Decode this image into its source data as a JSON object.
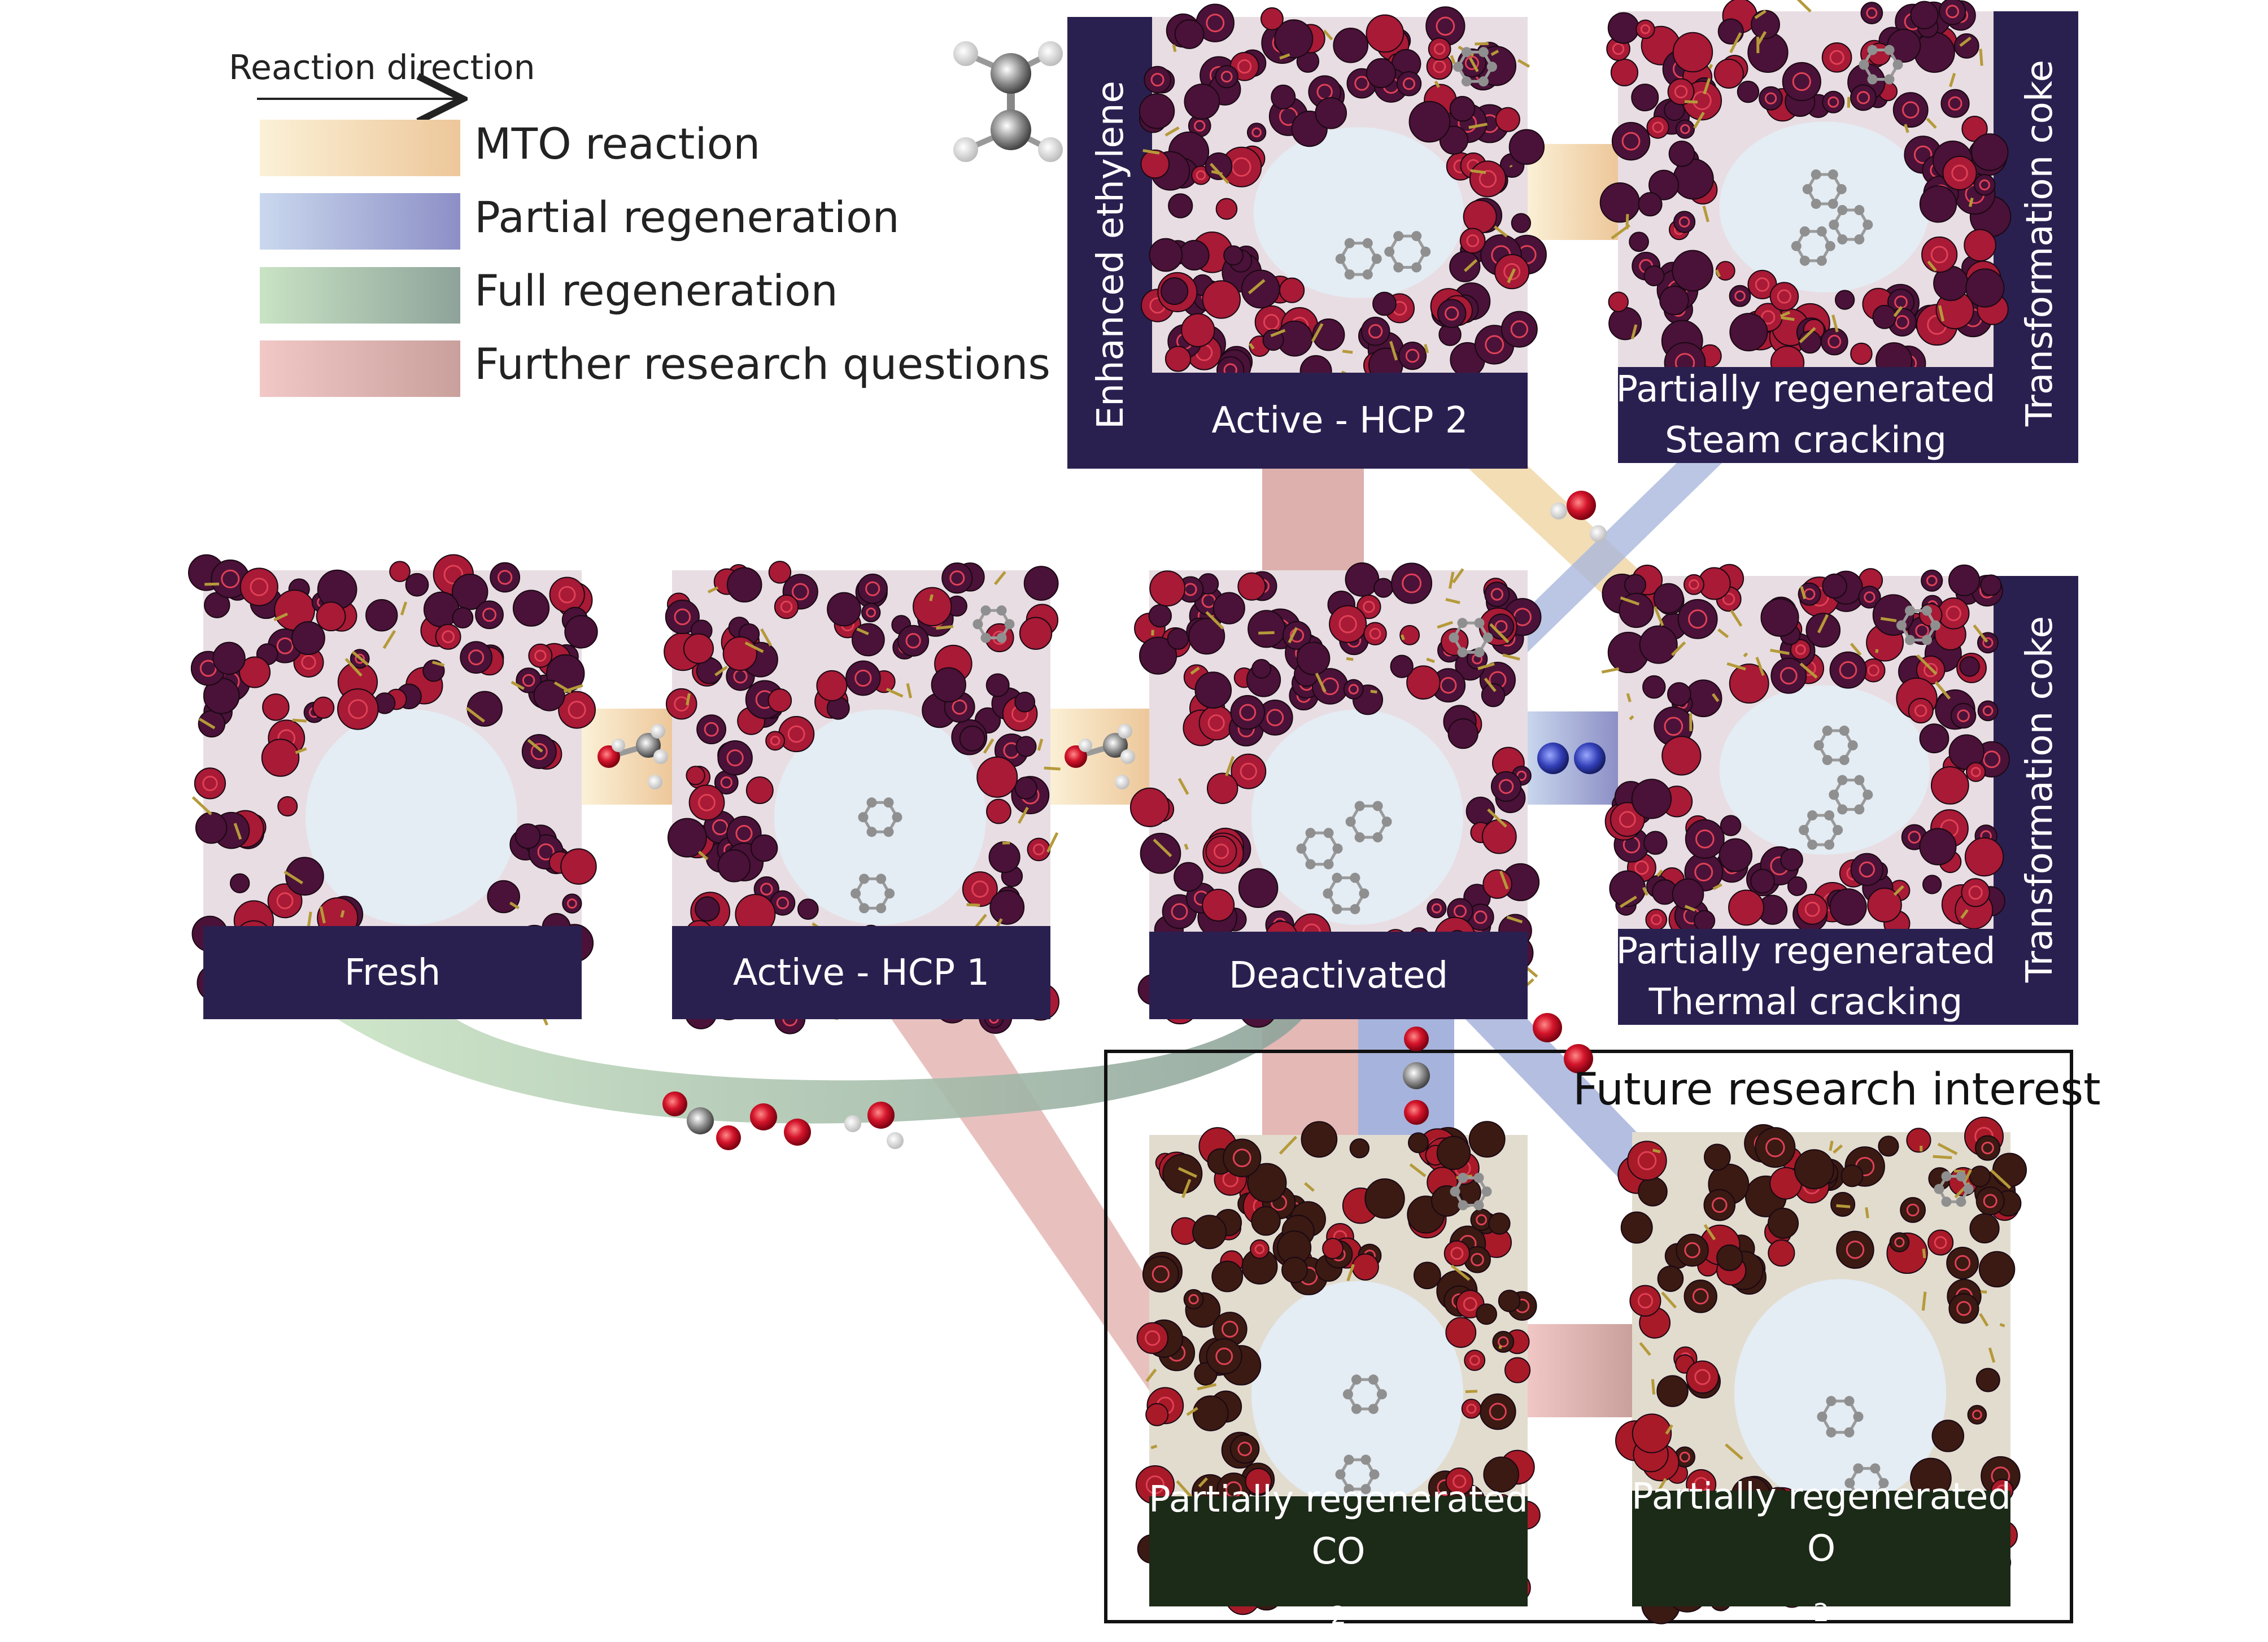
{
  "legend": {
    "direction_label": "Reaction direction",
    "items": [
      {
        "label": "MTO reaction",
        "color_from": "#fbf1d7",
        "color_to": "#edc79a"
      },
      {
        "label": "Partial regeneration",
        "color_from": "#cad8ee",
        "color_to": "#8c8fc6"
      },
      {
        "label": "Full regeneration",
        "color_from": "#c9e3c4",
        "color_to": "#8ea39a"
      },
      {
        "label": "Further research questions",
        "color_from": "#f1c8c6",
        "color_to": "#c9a09c"
      }
    ]
  },
  "states": {
    "fresh": {
      "label": "Fresh"
    },
    "active_hcp1": {
      "label": "Active - HCP 1"
    },
    "deactivated": {
      "label": "Deactivated"
    },
    "active_hcp2": {
      "label": "Active - HCP 2",
      "side_label": "Enhanced ethylene"
    },
    "steam": {
      "line1": "Partially regenerated",
      "line2": "Steam cracking",
      "side_label": "Transformation coke"
    },
    "thermal": {
      "line1": "Partially regenerated",
      "line2": "Thermal cracking",
      "side_label": "Transformation coke"
    },
    "co2": {
      "line1": "Partially regenerated",
      "line2_main": "CO",
      "line2_sub": "2"
    },
    "o2": {
      "line1": "Partially regenerated",
      "line2_main": "O",
      "line2_sub": "2"
    }
  },
  "future_box": {
    "title": "Future research interest"
  },
  "colors": {
    "caption_purple": "#2a2050",
    "caption_green": "#1c2a18",
    "pore": "#e4ecf4",
    "framework": "#4a1238",
    "atom_red": "#c0203a",
    "mto": "#f0d3a8",
    "partial": "#a6b3dc",
    "full": "#a9c2ad",
    "further": "#e2b2b0"
  }
}
